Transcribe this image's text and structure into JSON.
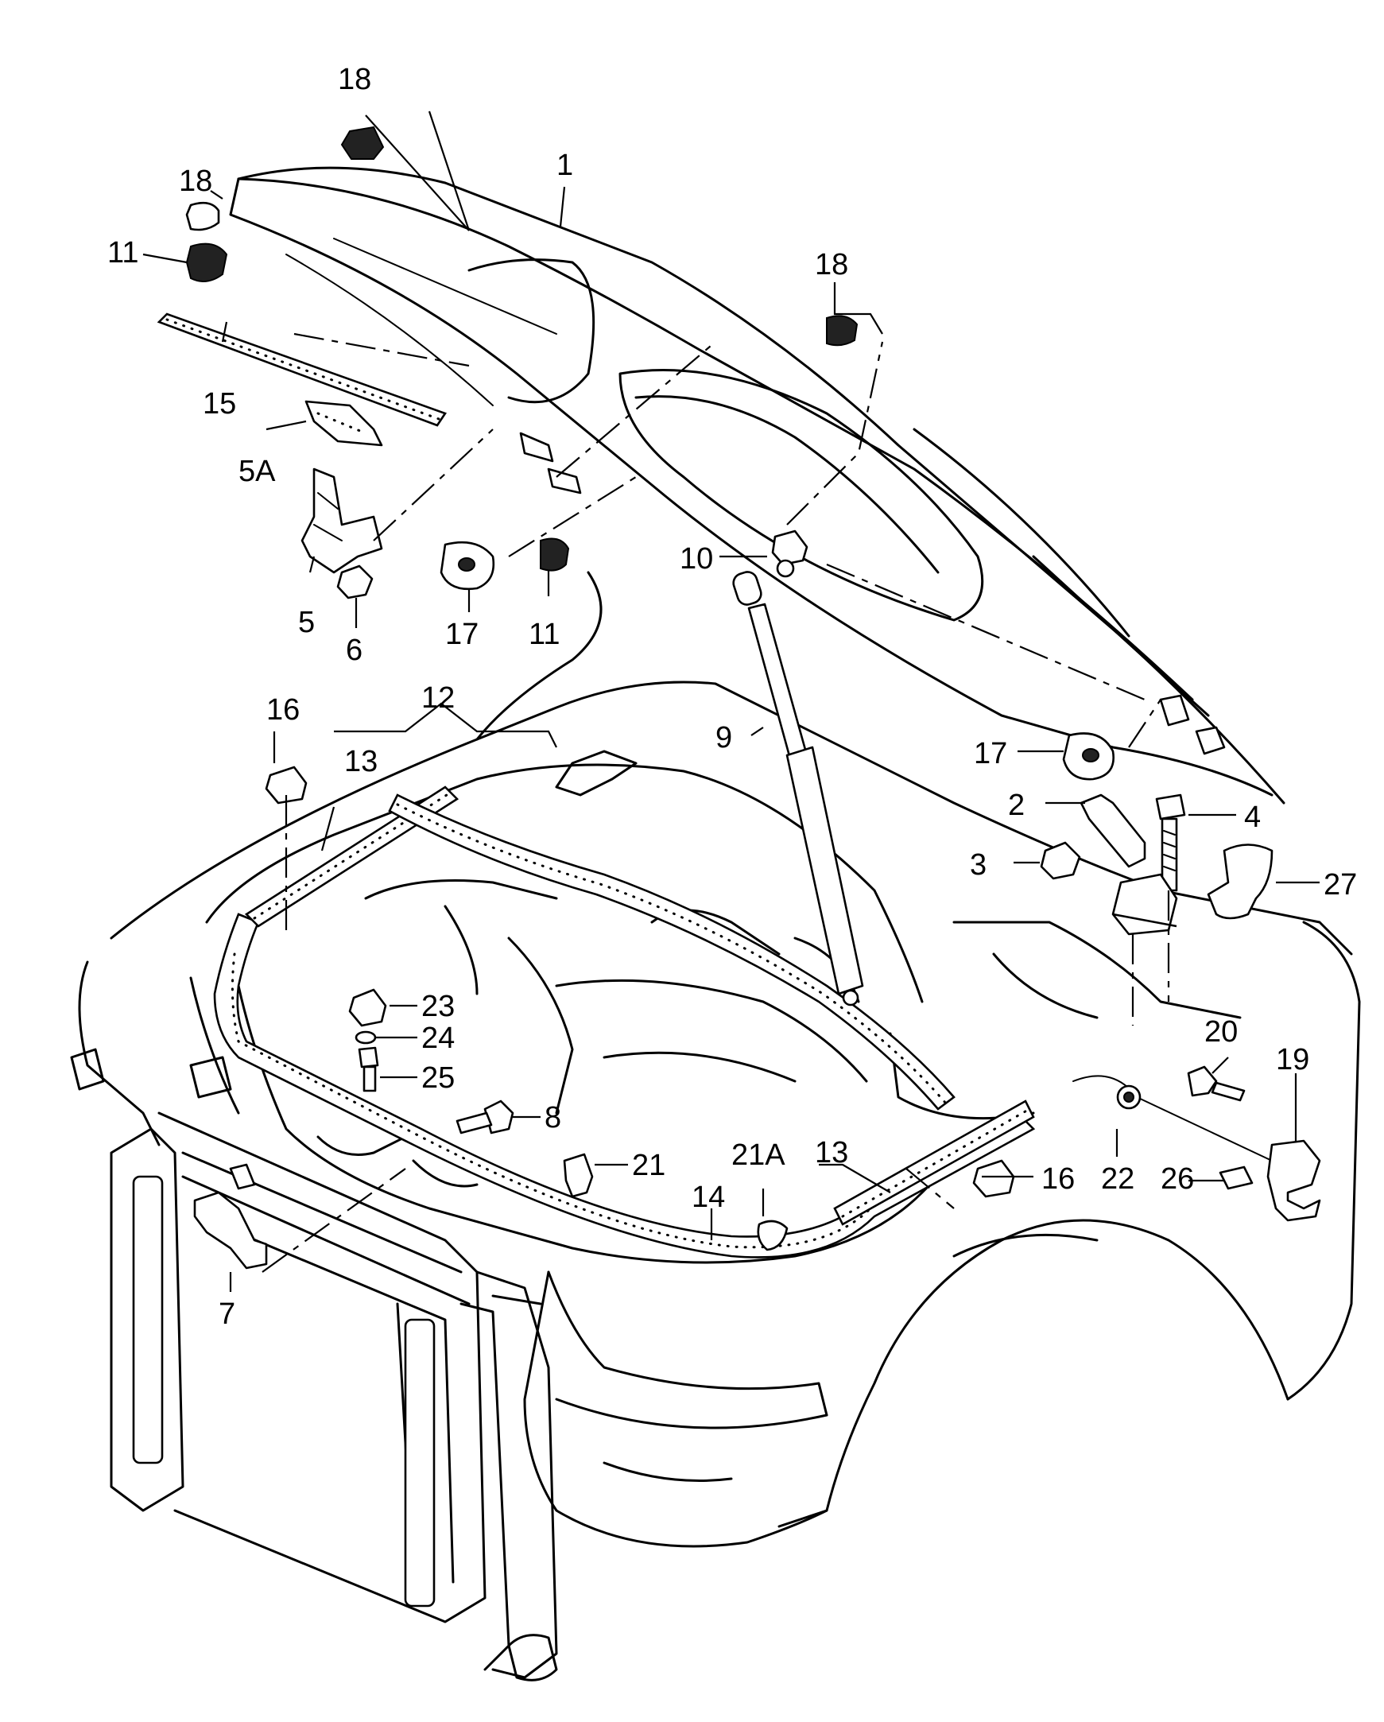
{
  "callouts": {
    "c1": "1",
    "c2": "2",
    "c3": "3",
    "c4": "4",
    "c5": "5",
    "c5a": "5A",
    "c6": "6",
    "c7": "7",
    "c8": "8",
    "c9": "9",
    "c10": "10",
    "c11a": "11",
    "c11b": "11",
    "c12": "12",
    "c13a": "13",
    "c13b": "13",
    "c14": "14",
    "c15": "15",
    "c16a": "16",
    "c16b": "16",
    "c17a": "17",
    "c17b": "17",
    "c18a": "18",
    "c18b": "18",
    "c18c": "18",
    "c19": "19",
    "c20": "20",
    "c21": "21",
    "c21a": "21A",
    "c22": "22",
    "c23": "23",
    "c24": "24",
    "c25": "25",
    "c26": "26",
    "c27": "27"
  }
}
